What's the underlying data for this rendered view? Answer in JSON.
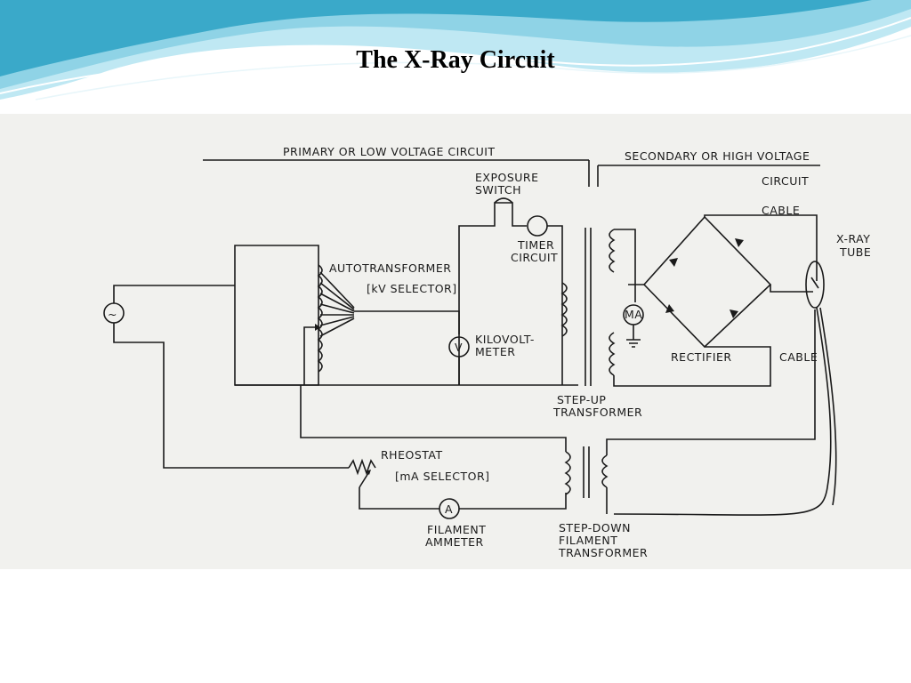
{
  "slide": {
    "title": "The X-Ray Circuit",
    "colors": {
      "wave_dark": "#3aa9c9",
      "wave_light": "#bfe8f3",
      "paper": "#f1f1ee",
      "ink": "#1a1a1a"
    }
  },
  "diagram": {
    "labels": {
      "primary": "PRIMARY OR LOW VOLTAGE CIRCUIT",
      "secondary": "SECONDARY OR HIGH VOLTAGE",
      "secondary_circuit": "CIRCUIT",
      "exposure_1": "EXPOSURE",
      "exposure_2": "SWITCH",
      "timer_1": "TIMER",
      "timer_2": "CIRCUIT",
      "autotransformer": "AUTOTRANSFORMER",
      "kv_selector": "[kV SELECTOR]",
      "kilovoltmeter_1": "KILOVOLT-",
      "kilovoltmeter_2": "METER",
      "stepup_1": "STEP-UP",
      "stepup_2": "TRANSFORMER",
      "rectifier": "RECTIFIER",
      "cable_top": "CABLE",
      "cable_bottom": "CABLE",
      "xray_1": "X-RAY",
      "xray_2": "TUBE",
      "rheostat": "RHEOSTAT",
      "ma_selector": "[mA SELECTOR]",
      "ammeter_1": "FILAMENT",
      "ammeter_2": "AMMETER",
      "stepdown_1": "STEP-DOWN",
      "stepdown_2": "FILAMENT",
      "stepdown_3": "TRANSFORMER",
      "meter_v": "V",
      "meter_ma": "MA",
      "meter_a": "A",
      "ac_symbol": "~"
    }
  }
}
